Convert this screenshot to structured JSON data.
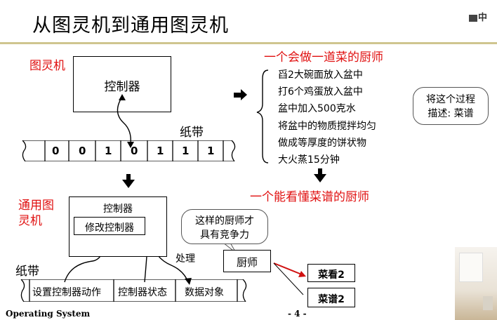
{
  "title": "从图灵机到通用图灵机",
  "turing_label": "图灵机",
  "controller_label": "控制器",
  "tape_label": "纸带",
  "tape_cells": [
    "0",
    "0",
    "1",
    "0",
    "1",
    "1",
    "1"
  ],
  "universal_label_1": "通用图",
  "universal_label_2": "灵机",
  "uc_controller": "控制器",
  "uc_modify": "修改控制器",
  "tape2_label": "纸带",
  "tape2_cells": [
    "设置控制器动作",
    "控制器状态",
    "数据对象"
  ],
  "process_label": "处理",
  "chef1_heading": "一个会做一道菜的厨师",
  "recipe_steps": [
    "舀2大碗面放入盆中",
    "打6个鸡蛋放入盆中",
    "盆中加入500克水",
    "将盆中的物质搅拌均匀",
    "做成等厚度的饼状物",
    "大火蒸15分钟"
  ],
  "recipe_bubble_1": "将这个过程",
  "recipe_bubble_2": "描述: 菜谱",
  "chef2_heading": "一个能看懂菜谱的厨师",
  "chef_bubble_1": "这样的厨师才",
  "chef_bubble_2": "具有竞争力",
  "chef_box": "厨师",
  "dish1": "菜看2",
  "dish2": "菜谱2",
  "footer_left": "Operating System",
  "footer_page": "- 4 -",
  "logo_text": "中"
}
